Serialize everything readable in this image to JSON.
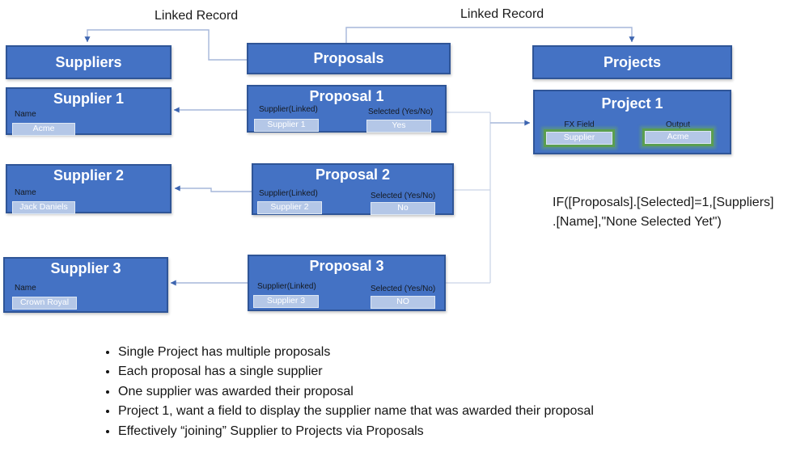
{
  "labels": {
    "linked_record_left": "Linked Record",
    "linked_record_right": "Linked Record"
  },
  "suppliers": {
    "header": "Suppliers",
    "records": [
      {
        "title": "Supplier 1",
        "field_label": "Name",
        "field_value": "Acme"
      },
      {
        "title": "Supplier 2",
        "field_label": "Name",
        "field_value": "Jack Daniels"
      },
      {
        "title": "Supplier 3",
        "field_label": "Name",
        "field_value": "Crown Royal"
      }
    ]
  },
  "proposals": {
    "header": "Proposals",
    "records": [
      {
        "title": "Proposal 1",
        "supplier_label": "Supplier(Linked)",
        "supplier_value": "Supplier 1",
        "selected_label": "Selected (Yes/No)",
        "selected_value": "Yes"
      },
      {
        "title": "Proposal 2",
        "supplier_label": "Supplier(Linked)",
        "supplier_value": "Supplier 2",
        "selected_label": "Selected (Yes/No)",
        "selected_value": "No"
      },
      {
        "title": "Proposal 3",
        "supplier_label": "Supplier(Linked)",
        "supplier_value": "Supplier 3",
        "selected_label": "Selected (Yes/No)",
        "selected_value": "NO"
      }
    ]
  },
  "projects": {
    "header": "Projects",
    "records": [
      {
        "title": "Project 1",
        "fx_label": "FX Field",
        "fx_value": "Supplier",
        "output_label": "Output",
        "output_value": "Acme"
      }
    ]
  },
  "formula": {
    "line1": "IF([Proposals].[Selected]=1,[Suppliers]",
    "line2": ".[Name],\"None Selected Yet\")"
  },
  "bullets": [
    "Single Project has multiple proposals",
    "Each proposal has a single supplier",
    "One supplier was awarded their proposal",
    "Project 1, want a field to display the supplier name that was awarded their proposal",
    "Effectively “joining” Supplier to Projects via Proposals"
  ],
  "colors": {
    "box_fill": "#4472C4",
    "box_border": "#2F5597",
    "field_fill": "#B4C7E7",
    "highlight_green": "#5A9E50",
    "connector": "#A6B7DA"
  }
}
